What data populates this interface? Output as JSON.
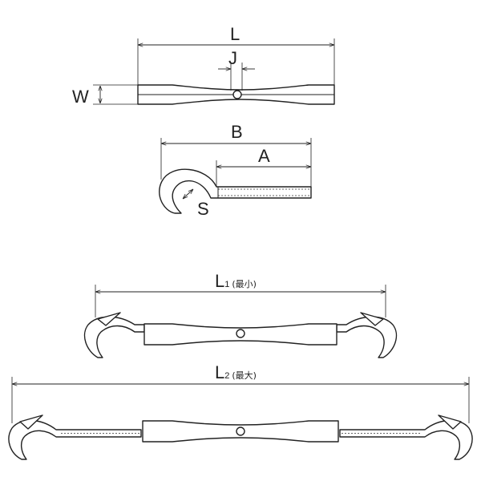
{
  "labels": {
    "L": "L",
    "J": "J",
    "W": "W",
    "B": "B",
    "A": "A",
    "S": "S",
    "L1_main": "L",
    "L1_sub": "1",
    "L1_note": "(最小)",
    "L2_main": "L",
    "L2_sub": "2",
    "L2_note": "(最大)"
  },
  "colors": {
    "line": "#222222",
    "background": "#ffffff"
  }
}
